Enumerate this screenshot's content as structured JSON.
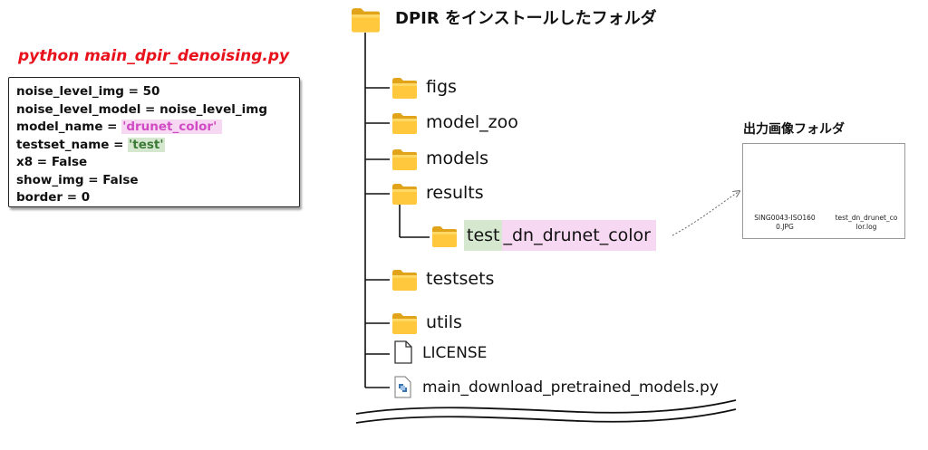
{
  "command": {
    "title": "python main_dpir_denoising.py",
    "lines": [
      {
        "key": "noise_level_img = 50"
      },
      {
        "key": "noise_level_model = noise_level_img"
      },
      {
        "key": "model_name = ",
        "value": "'drunet_color'"
      },
      {
        "key": "testset_name = ",
        "value": "'test'"
      },
      {
        "key": "x8 = False"
      },
      {
        "key": "show_img = False"
      },
      {
        "key": "border = 0"
      }
    ]
  },
  "tree": {
    "root_label": "DPIR をインストールしたフォルダ",
    "items": [
      {
        "label": "figs",
        "type": "folder"
      },
      {
        "label": "model_zoo",
        "type": "folder"
      },
      {
        "label": "models",
        "type": "folder"
      },
      {
        "label": "results",
        "type": "folder"
      },
      {
        "label": "testsets",
        "type": "folder"
      },
      {
        "label": "utils",
        "type": "folder"
      },
      {
        "label": "LICENSE",
        "type": "file"
      },
      {
        "label": "main_download_pretrained_models.py",
        "type": "python-file"
      }
    ],
    "subfolder": {
      "part1": "test",
      "part2": "_dn_drunet_color"
    }
  },
  "output": {
    "title": "出力画像フォルダ",
    "files": [
      {
        "name": "SING0043-ISO1600.JPG",
        "icon": "image-thumbnail-icon"
      },
      {
        "name": "test_dn_drunet_color.log",
        "icon": "document-icon"
      }
    ]
  },
  "colors": {
    "title_red": "#e8121c",
    "highlight_pink": "#f7d8f3",
    "highlight_green": "#d6e7cf",
    "folder_yellow": "#ffc83d"
  }
}
